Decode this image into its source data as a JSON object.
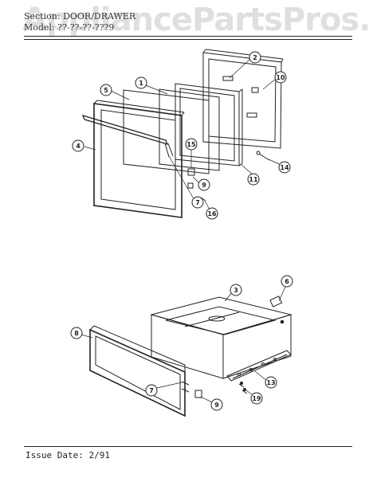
{
  "header": {
    "section_label": "Section:",
    "section_value": "DOOR/DRAWER",
    "model_label": "Model:",
    "model_value": "??-??-??-???9"
  },
  "watermark": "AppliancePartsPros.com",
  "footer": {
    "issue_label": "Issue Date:",
    "issue_value": "2/91"
  },
  "callouts": {
    "c1": "1",
    "c2": "2",
    "c3": "3",
    "c4": "4",
    "c5": "5",
    "c6": "6",
    "c7a": "7",
    "c7b": "7",
    "c8": "8",
    "c9a": "9",
    "c9b": "9",
    "c10": "10",
    "c11": "11",
    "c13": "13",
    "c14": "14",
    "c15": "15",
    "c16": "16",
    "c19": "19"
  },
  "colors": {
    "line": "#222222",
    "watermark": "#969696"
  }
}
